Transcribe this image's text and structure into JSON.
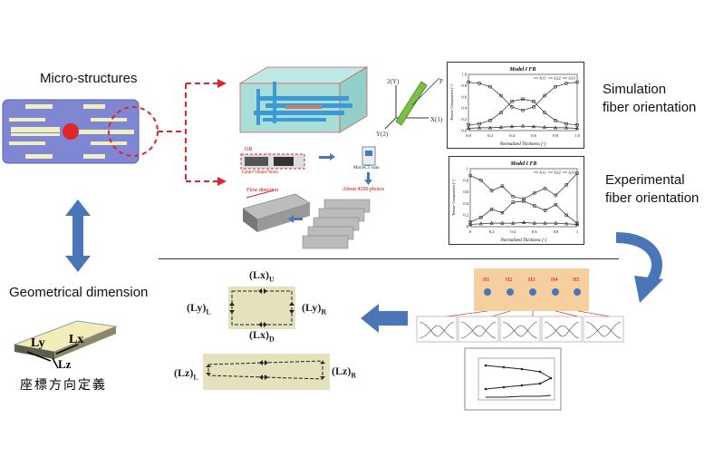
{
  "labels": {
    "micro_structures": "Micro-structures",
    "geometrical_dimension": "Geometrical dimension",
    "simulation_line1": "Simulation",
    "simulation_line2": "fiber orientation",
    "experimental_line1": "Experimental",
    "experimental_line2": "fiber orientation",
    "cjk_caption": "座標方向定義"
  },
  "scan_panel": {
    "gr_label": "GR",
    "dims": "15mm*10mm*6mm",
    "microct": "MicroCT scan",
    "photos": "About 4200 photos",
    "flow": "Flow direction"
  },
  "axis_labels": {
    "axis2": "2(Y)",
    "axis1": "X(1)",
    "axis3": "Y(2)",
    "axis_p": "P"
  },
  "dimension_labels": {
    "lx_u": "(Lx)",
    "lx_u_sub": "U",
    "ly_l": "(Ly)",
    "ly_l_sub": "L",
    "ly_r": "(Ly)",
    "ly_r_sub": "R",
    "lx_d": "(Lx)",
    "lx_d_sub": "D",
    "lz_l": "(Lz)",
    "lz_l_sub": "L",
    "lz_r": "(Lz)",
    "lz_r_sub": "R",
    "block_lx": "Lx",
    "block_ly": "Ly",
    "block_lz": "Lz"
  },
  "points": {
    "labels": [
      "H1",
      "H2",
      "H3",
      "H4",
      "H5"
    ]
  },
  "colors": {
    "red_dash": "#e0262b",
    "blue_arrow": "#4a76b8",
    "panel_bg": "#e3e2bd",
    "orange_panel": "#f6cf9e",
    "part_blue": "#7f87d3"
  },
  "chart_data": [
    {
      "type": "line",
      "title": "Model I FR",
      "xlabel": "Normalized Thickness [-]",
      "ylabel": "Tensor Component [-]",
      "xlim": [
        0,
        1
      ],
      "ylim": [
        0,
        1
      ],
      "xticks": [
        "0.0",
        "0.2",
        "0.4",
        "0.6",
        "0.8",
        "1.0"
      ],
      "yticks": [
        "0.0",
        "0.2",
        "0.4",
        "0.6",
        "0.8",
        "1.0"
      ],
      "x": [
        0,
        0.1,
        0.2,
        0.3,
        0.4,
        0.5,
        0.6,
        0.7,
        0.8,
        0.9,
        1.0
      ],
      "series": [
        {
          "name": "A11",
          "values": [
            0.86,
            0.84,
            0.78,
            0.62,
            0.42,
            0.36,
            0.42,
            0.62,
            0.78,
            0.84,
            0.86
          ]
        },
        {
          "name": "A22",
          "values": [
            0.1,
            0.12,
            0.18,
            0.32,
            0.52,
            0.56,
            0.52,
            0.32,
            0.18,
            0.12,
            0.1
          ]
        },
        {
          "name": "A33",
          "values": [
            0.04,
            0.05,
            0.05,
            0.06,
            0.07,
            0.08,
            0.07,
            0.06,
            0.05,
            0.05,
            0.04
          ]
        }
      ]
    },
    {
      "type": "line",
      "title": "Model I FR",
      "xlabel": "Normalized Thickness [-]",
      "ylabel": "Tensor Component [-]",
      "xlim": [
        0,
        1
      ],
      "ylim": [
        0,
        1
      ],
      "xticks": [
        "0",
        "0.2",
        "0.4",
        "0.6",
        "0.8",
        "1"
      ],
      "yticks": [
        "0",
        "0.2",
        "0.4",
        "0.6",
        "0.8",
        "1"
      ],
      "x": [
        0,
        0.1,
        0.2,
        0.3,
        0.4,
        0.5,
        0.6,
        0.7,
        0.8,
        0.9,
        1.0
      ],
      "series": [
        {
          "name": "A11",
          "values": [
            0.88,
            0.8,
            0.62,
            0.7,
            0.52,
            0.48,
            0.58,
            0.66,
            0.54,
            0.72,
            0.92
          ]
        },
        {
          "name": "A22",
          "values": [
            0.08,
            0.16,
            0.3,
            0.24,
            0.42,
            0.44,
            0.36,
            0.28,
            0.38,
            0.2,
            0.06
          ]
        },
        {
          "name": "A33",
          "values": [
            0.04,
            0.05,
            0.06,
            0.06,
            0.06,
            0.07,
            0.06,
            0.06,
            0.06,
            0.05,
            0.04
          ]
        }
      ]
    }
  ]
}
